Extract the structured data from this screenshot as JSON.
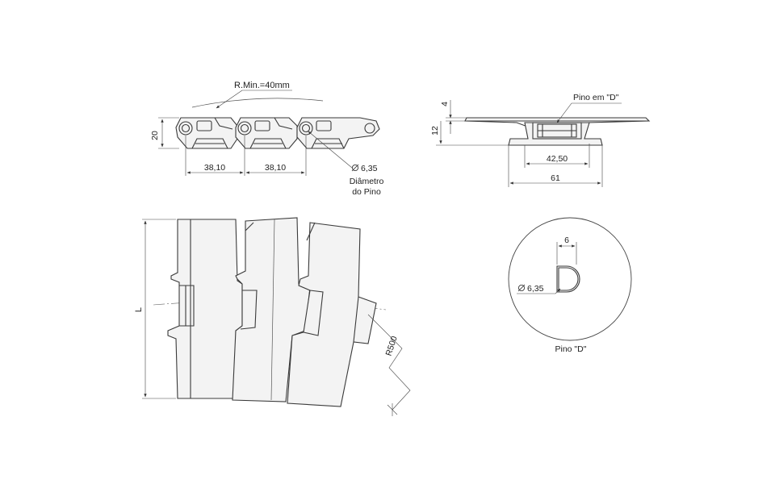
{
  "side_view": {
    "radius_label": "R.Min.=40mm",
    "height_dim": "20",
    "pitch_dims": [
      "38,10",
      "38,10"
    ],
    "pin_diameter": "6,35",
    "pin_label_line1": "Diâmetro",
    "pin_label_line2": "do Pino"
  },
  "section_view": {
    "pin_label": "Pino em \"D\"",
    "dim_4": "4",
    "dim_12": "12",
    "dim_42": "42,50",
    "dim_61": "61"
  },
  "top_view": {
    "length_label": "L",
    "radius_label": "R500"
  },
  "pin_detail": {
    "flat_dim": "6",
    "diameter": "6,35",
    "caption": "Pino \"D\""
  }
}
